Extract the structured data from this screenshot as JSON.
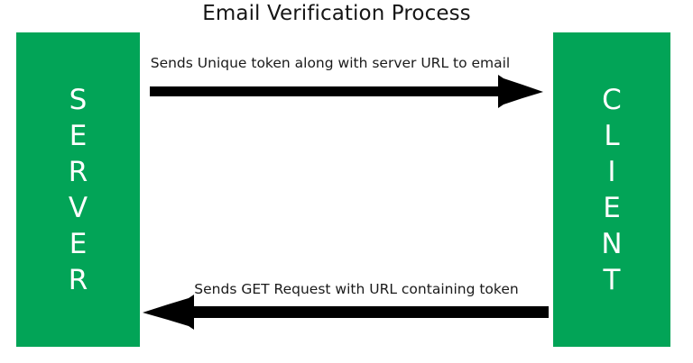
{
  "title": "Email Verification Process",
  "colors": {
    "actor_fill": "#02a457",
    "actor_text": "#ffffff",
    "arrow": "#000000",
    "background": "#ffffff",
    "title_text": "#161616"
  },
  "actors": {
    "left": {
      "name": "SERVER",
      "stacked_label": "S\nE\nR\nV\nE\nR"
    },
    "right": {
      "name": "CLIENT",
      "stacked_label": "C\nL\nI\nE\nN\nT"
    }
  },
  "messages": [
    {
      "label": "Sends Unique token along with server URL to email",
      "direction": "left-to-right",
      "from": "SERVER",
      "to": "CLIENT"
    },
    {
      "label": "Sends GET Request with URL containing token",
      "direction": "right-to-left",
      "from": "CLIENT",
      "to": "SERVER"
    }
  ]
}
